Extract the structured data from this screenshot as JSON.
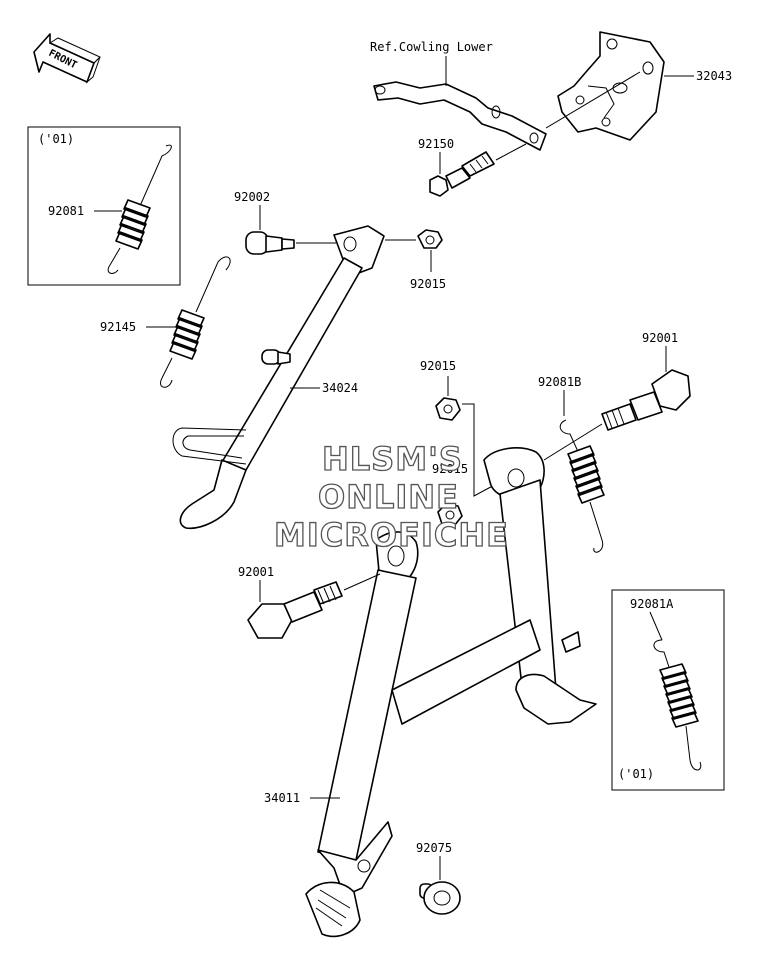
{
  "front_arrow": {
    "label": "FRONT"
  },
  "reference": {
    "label": "Ref.Cowling Lower"
  },
  "parts": {
    "p32043": "32043",
    "p92150": "92150",
    "p92002": "92002",
    "p92015_a": "92015",
    "p92081": "92081",
    "p92145": "92145",
    "p34024": "34024",
    "p92015_b": "92015",
    "p92001_a": "92001",
    "p92081B": "92081B",
    "p92015_c": "92015",
    "p92001_b": "92001",
    "p92081A": "92081A",
    "p34011": "34011",
    "p92075": "92075"
  },
  "insets": {
    "left_variant": "('01)",
    "right_variant": "('01)"
  },
  "watermark": {
    "line1": "HLSM'S",
    "line2": "ONLINE",
    "line3": "MICROFICHE"
  },
  "colors": {
    "line": "#000000",
    "background": "#ffffff",
    "watermark_outline": "#555555"
  }
}
